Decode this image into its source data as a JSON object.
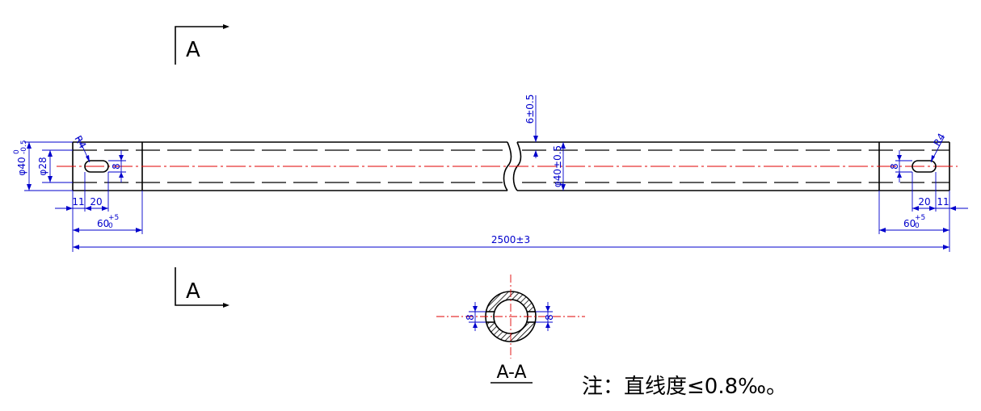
{
  "section_markers": {
    "top": "A",
    "bottom": "A"
  },
  "section_view_label": "A-A",
  "dimensions": {
    "left_outer_diameter": {
      "base": "φ40",
      "upper": "0",
      "lower": "-0.5"
    },
    "left_inner_diameter": "φ28",
    "left_slot_radius": "R4",
    "left_slot_width": "8",
    "left_offset": "11",
    "left_slot_length": "20",
    "left_section_length": {
      "base": "60",
      "lower": "0",
      "upper": "+5"
    },
    "wall_thickness": "6±0.5",
    "center_diameter": "φ40±0.5",
    "right_slot_radius": "R4",
    "right_slot_width": "8",
    "right_slot_length": "20",
    "right_offset": "11",
    "right_section_length": {
      "base": "60",
      "lower": "0",
      "upper": "+5"
    },
    "overall_length": "2500±3",
    "section_slot_left": "8",
    "section_slot_right": "8"
  },
  "note": "注：直线度≤0.8‰。",
  "colors": {
    "outline": "#000000",
    "dimension": "#0000cc",
    "centerline": "#e00000"
  }
}
